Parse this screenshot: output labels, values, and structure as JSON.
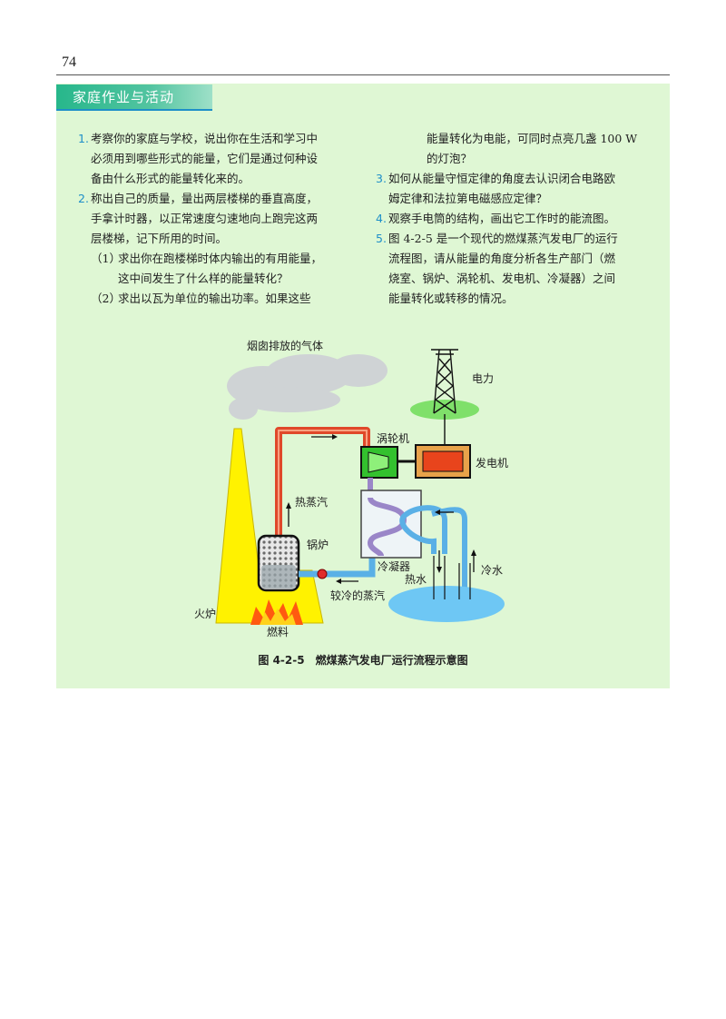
{
  "page_number": "74",
  "section_title": "家庭作业与活动",
  "questions_left": [
    {
      "num": "1.",
      "lines": [
        "考察你的家庭与学校，说出你在生活和学习中",
        "必须用到哪些形式的能量，它们是通过何种设",
        "备由什么形式的能量转化来的。"
      ]
    },
    {
      "num": "2.",
      "lines": [
        "称出自己的质量，量出两层楼梯的垂直高度，",
        "手拿计时器，以正常速度匀速地向上跑完这两",
        "层楼梯，记下所用的时间。"
      ]
    }
  ],
  "subquestions": [
    {
      "num": "（1）",
      "lines": [
        "求出你在跑楼梯时体内输出的有用能量，",
        "这中间发生了什么样的能量转化？"
      ]
    },
    {
      "num": "（2）",
      "lines": [
        "求出以瓦为单位的输出功率。如果这些"
      ]
    }
  ],
  "continuation_right": [
    "能量转化为电能，可同时点亮几盏 100 W",
    "的灯泡？"
  ],
  "questions_right": [
    {
      "num": "3.",
      "lines": [
        "如何从能量守恒定律的角度去认识闭合电路欧",
        "姆定律和法拉第电磁感应定律？"
      ]
    },
    {
      "num": "4.",
      "lines": [
        "观察手电筒的结构，画出它工作时的能流图。"
      ]
    },
    {
      "num": "5.",
      "lines": [
        "图 4-2-5 是一个现代的燃煤蒸汽发电厂的运行",
        "流程图，请从能量的角度分析各生产部门（燃",
        "烧室、锅炉、涡轮机、发电机、冷凝器）之间",
        "能量转化或转移的情况。"
      ]
    }
  ],
  "diagram": {
    "labels": {
      "smoke": "烟囱排放的气体",
      "power": "电力",
      "turbine": "涡轮机",
      "generator": "发电机",
      "hot_steam": "热蒸汽",
      "boiler": "锅炉",
      "condenser": "冷凝器",
      "cold_water": "冷水",
      "hot_water": "热水",
      "cooler_steam": "较冷的蒸汽",
      "furnace": "火炉",
      "fuel": "燃料"
    },
    "caption": "图 4-2-5　燃煤蒸汽发电厂运行流程示意图",
    "colors": {
      "panel_bg": "#dff7d4",
      "banner": "#2db88c",
      "accent_blue": "#1e8fc8",
      "hot_pipe": "#e0482a",
      "cold_pipe": "#5ab0e6",
      "chimney": "#fff200",
      "turbine": "#33c12e",
      "generator_frame": "#e8a24a",
      "generator_core": "#e8441c",
      "grass": "#7fe06a",
      "water": "#6ec7f4"
    }
  }
}
